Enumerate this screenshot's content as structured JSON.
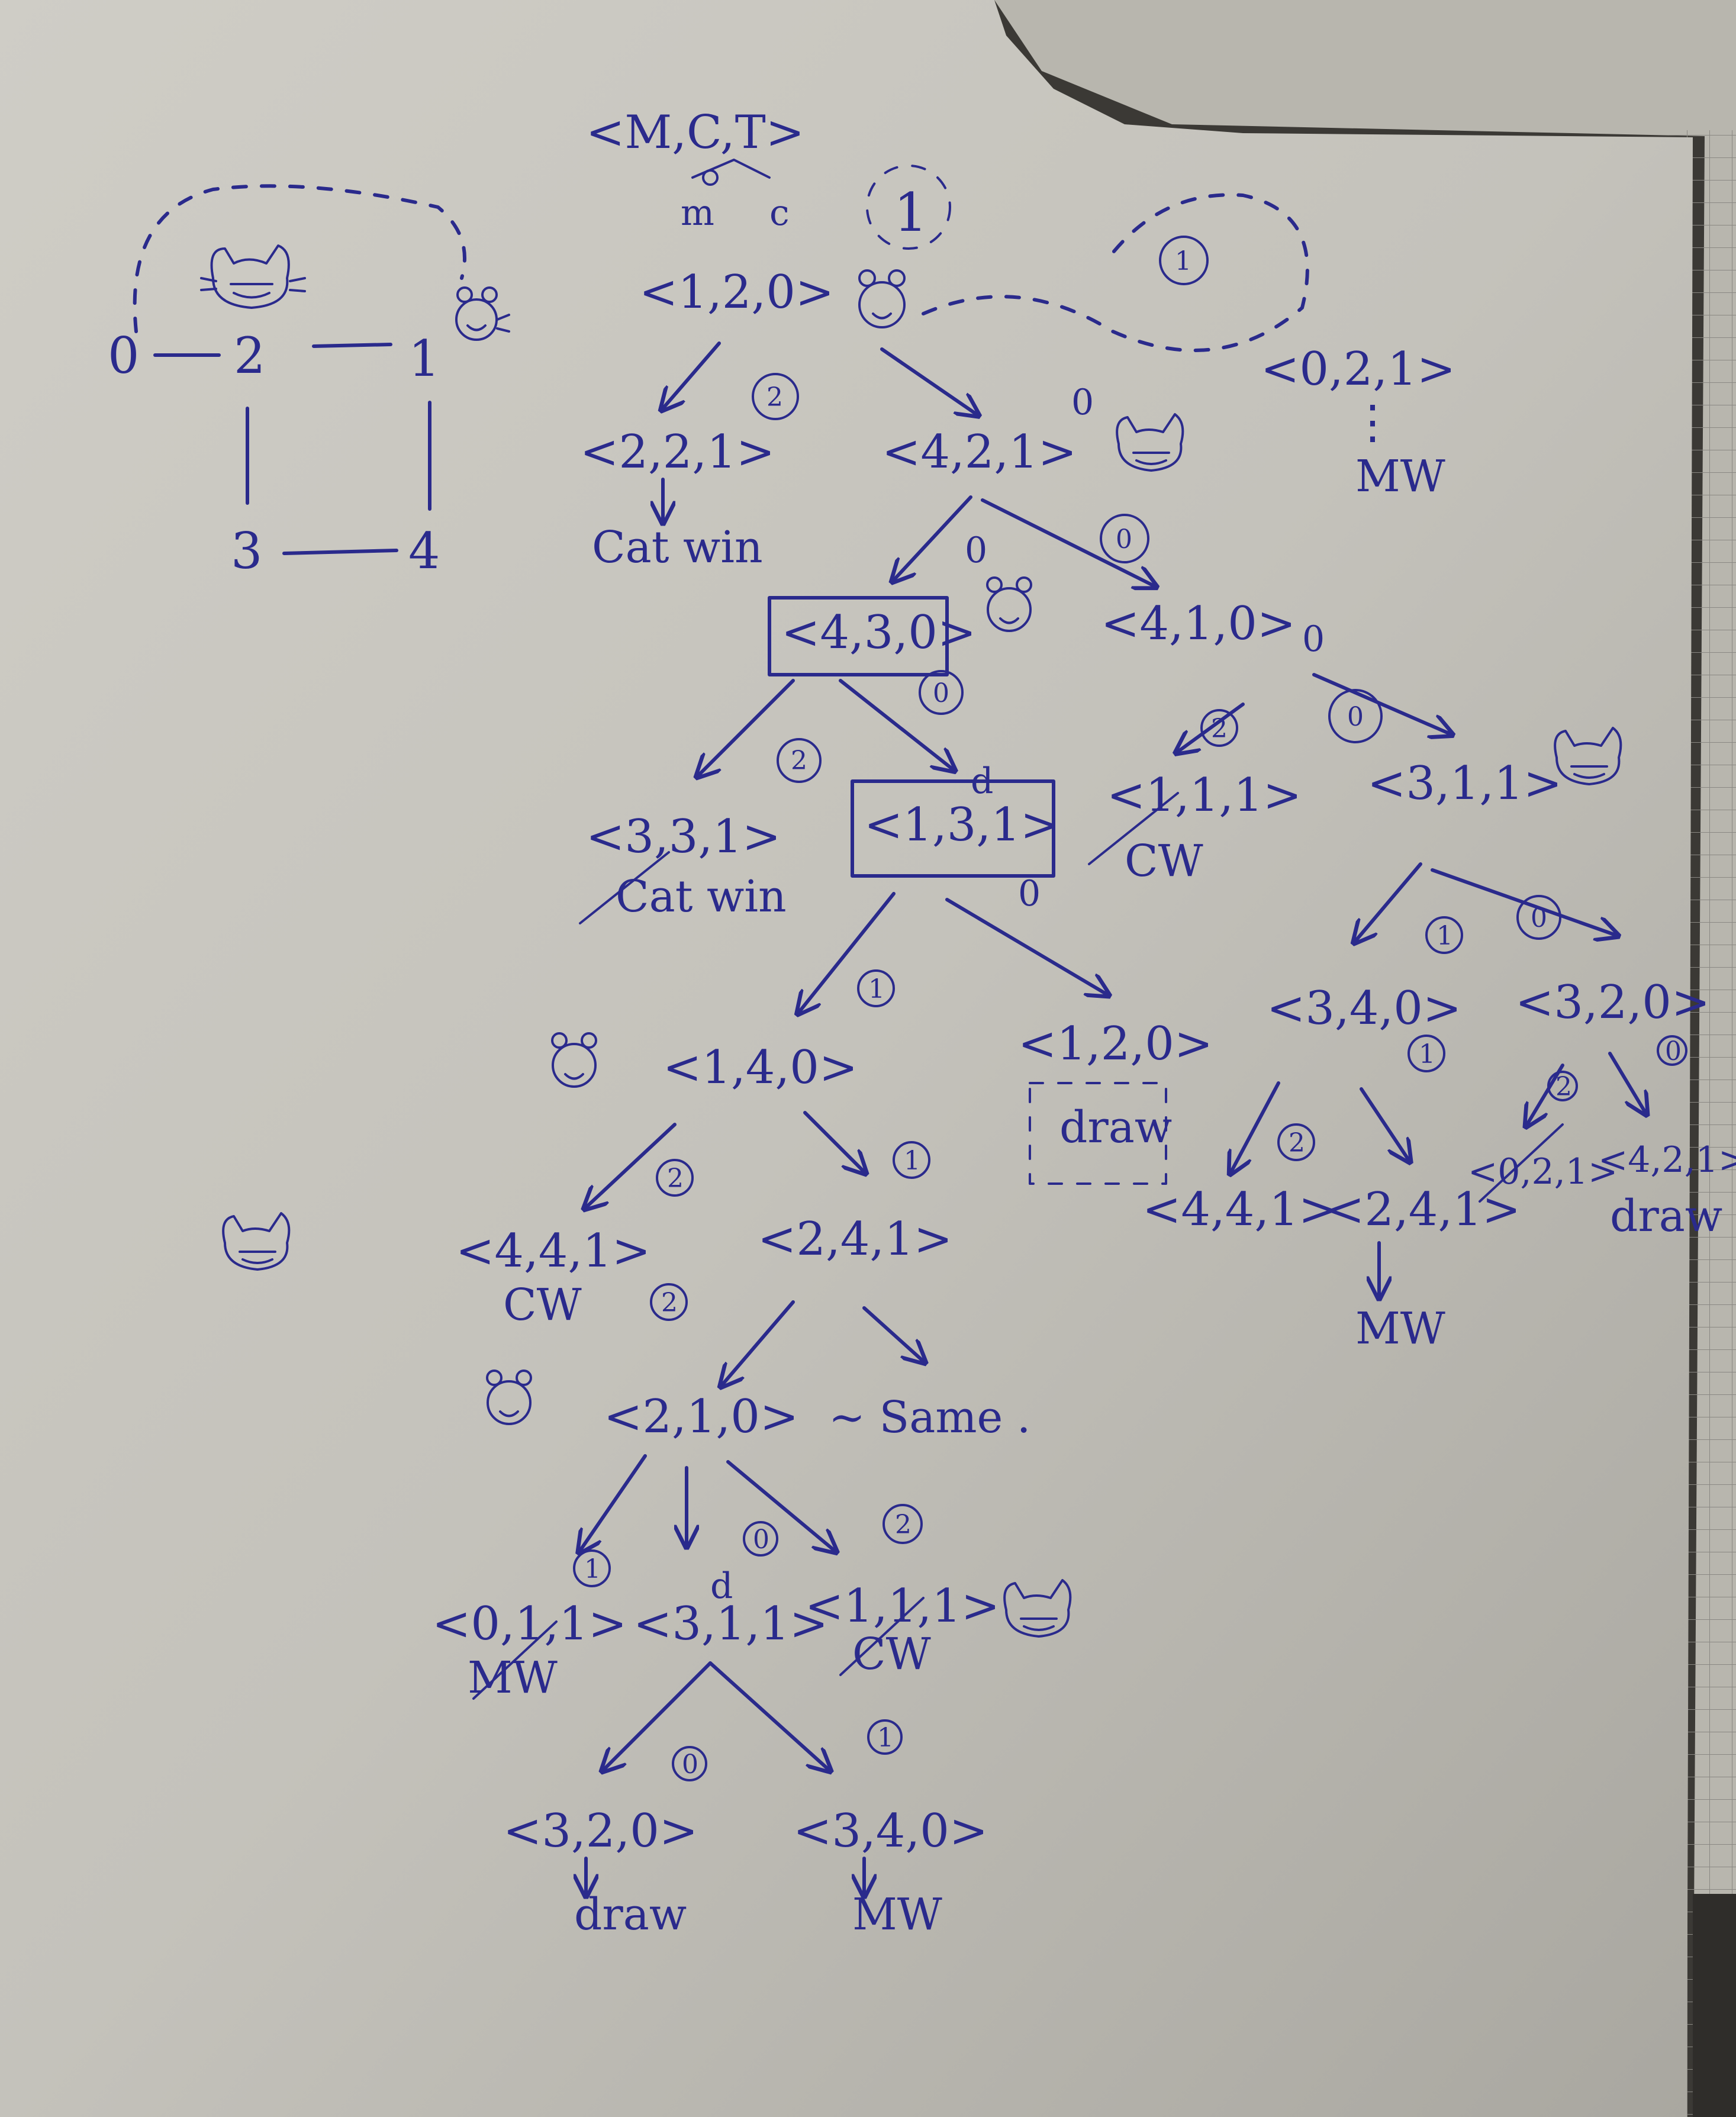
{
  "state_header": "<M,C,T>",
  "header_labels": {
    "mouse": "m",
    "cat": "c"
  },
  "start_circled": "1",
  "graph": {
    "nodes": [
      "0",
      "2",
      "1",
      "3",
      "4"
    ]
  },
  "nodes": [
    {
      "id": "n120",
      "label": "<1,2,0>"
    },
    {
      "id": "n221",
      "label": "<2,2,1>"
    },
    {
      "id": "n421",
      "label": "<4,2,1>",
      "sup": "0"
    },
    {
      "id": "n021",
      "label": "<0,2,1>"
    },
    {
      "id": "n430",
      "label": "<4,3,0>"
    },
    {
      "id": "n410",
      "label": "<4,1,0>",
      "sup": "0"
    },
    {
      "id": "n331",
      "label": "<3,3,1>"
    },
    {
      "id": "n131",
      "label": "<1,3,1>"
    },
    {
      "id": "n111a",
      "label": "<1,1,1>"
    },
    {
      "id": "n311a",
      "label": "<3,1,1>"
    },
    {
      "id": "n140",
      "label": "<1,4,0>"
    },
    {
      "id": "n120b",
      "label": "<1,2,0>"
    },
    {
      "id": "n340a",
      "label": "<3,4,0>"
    },
    {
      "id": "n320a",
      "label": "<3,2,0>"
    },
    {
      "id": "n441a",
      "label": "<4,4,1>"
    },
    {
      "id": "n241",
      "label": "<2,4,1>"
    },
    {
      "id": "n441b",
      "label": "<4,4,1>"
    },
    {
      "id": "n241b",
      "label": "<2,4,1>"
    },
    {
      "id": "n021b",
      "label": "<0,2,1>"
    },
    {
      "id": "n421b",
      "label": "<4,2,1>"
    },
    {
      "id": "n210",
      "label": "<2,1,0>"
    },
    {
      "id": "n011",
      "label": "<0,1,1>"
    },
    {
      "id": "n311b",
      "label": "<3,1,1>"
    },
    {
      "id": "n111b",
      "label": "<1,1,1>"
    },
    {
      "id": "n320b",
      "label": "<3,2,0>"
    },
    {
      "id": "n340b",
      "label": "<3,4,0>"
    }
  ],
  "results": {
    "cat_win": "Cat win",
    "cat_win_alt": "Cat win",
    "cw": "CW",
    "mw": "MW",
    "draw": "draw",
    "same": "~ Same ."
  },
  "annotations": {
    "ellipsis": "⋮",
    "d": "d",
    "zero": "0"
  },
  "circled": [
    "1",
    "2",
    "0",
    "2",
    "0",
    "0",
    "2",
    "0",
    "1",
    "0",
    "1",
    "0",
    "2",
    "2",
    "1",
    "1",
    "2",
    "1",
    "0",
    "2",
    "0",
    "1",
    "1"
  ]
}
